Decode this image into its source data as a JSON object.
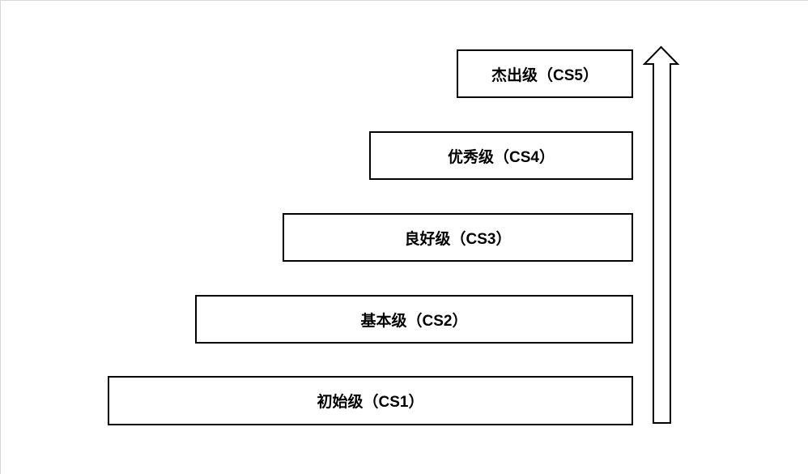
{
  "diagram": {
    "type": "stair-step maturity levels with ascending arrow",
    "levels": [
      {
        "id": "CS5",
        "label": "杰出级（CS5）"
      },
      {
        "id": "CS4",
        "label": "优秀级（CS4）"
      },
      {
        "id": "CS3",
        "label": "良好级（CS3）"
      },
      {
        "id": "CS2",
        "label": "基本级（CS2）"
      },
      {
        "id": "CS1",
        "label": "初始级（CS1）"
      }
    ],
    "icons": [
      {
        "name": "up-arrow-icon",
        "meaning": "increasing maturity direction"
      }
    ],
    "colors": {
      "background": "#ffffff",
      "box_fill": "#ffffff",
      "box_border": "#000000",
      "text": "#000000",
      "arrow_stroke": "#000000",
      "arrow_fill": "#ffffff"
    }
  }
}
